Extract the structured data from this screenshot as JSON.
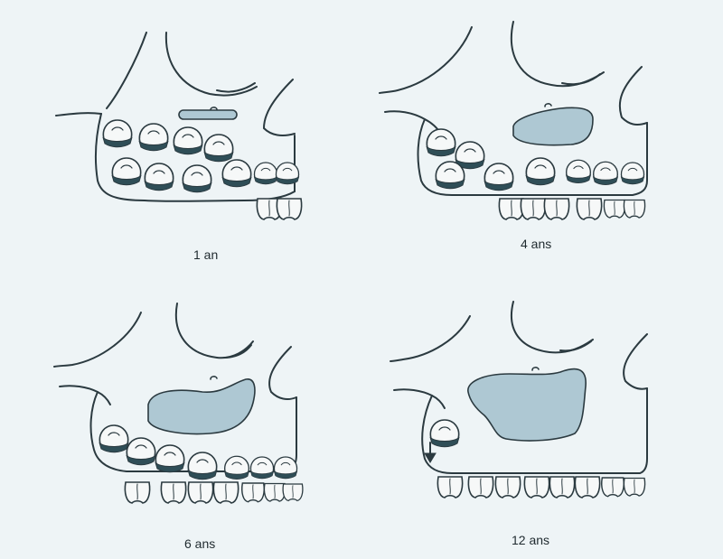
{
  "colors": {
    "background": "#eef4f6",
    "line": "#2b3a40",
    "sinus_fill": "#aec8d3",
    "tooth_cap": "#2f4e57",
    "tooth_fill": "#f6f8f8"
  },
  "panels": [
    {
      "label": "1 an"
    },
    {
      "label": "4 ans"
    },
    {
      "label": "6 ans"
    },
    {
      "label": "12 ans"
    }
  ]
}
